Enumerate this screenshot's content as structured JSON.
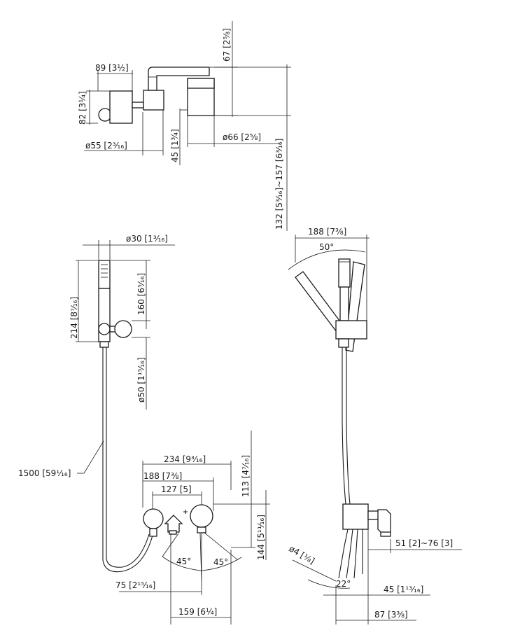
{
  "dimensions": {
    "top_view": {
      "height_89": "89 [3½]",
      "height_82": "82 [3¼]",
      "dia_55": "ø55 [2³⁄₁₆]",
      "width_45": "45 [1¾]",
      "dia_66": "ø66 [2⅝]",
      "offset_67": "67 [2⅝]",
      "depth_132": "132 [5³⁄₁₆]~157 [6³⁄₁₆]"
    },
    "handshower": {
      "dia_30": "ø30 [1³⁄₁₆]",
      "length_214": "214 [8⁷⁄₁₆]",
      "length_160": "160 [6⁵⁄₁₆]",
      "dia_50": "ø50 [1¹⁵⁄₁₆]",
      "hose_1500": "1500 [59¹⁄₁₆]"
    },
    "side_view": {
      "width_188": "188 [7⅜]",
      "angle_50": "50°"
    },
    "front_view": {
      "width_234": "234 [9³⁄₁₆]",
      "width_188": "188 [7⅜]",
      "width_127": "127 [5]",
      "height_113": "113 [4⁷⁄₁₆]",
      "height_144": "144 [5¹¹⁄₁₆]",
      "angle_45_left": "45°",
      "angle_45_right": "45°",
      "width_75": "75 [2¹⁵⁄₁₆]",
      "width_159": "159 [6¼]"
    },
    "detail_view": {
      "dia_4": "ø4 [⅛]",
      "range_51_76": "51 [2]~76 [3]",
      "angle_22": "22°",
      "width_45": "45 [1¹³⁄₁₆]",
      "width_87": "87 [3⅜]"
    }
  }
}
